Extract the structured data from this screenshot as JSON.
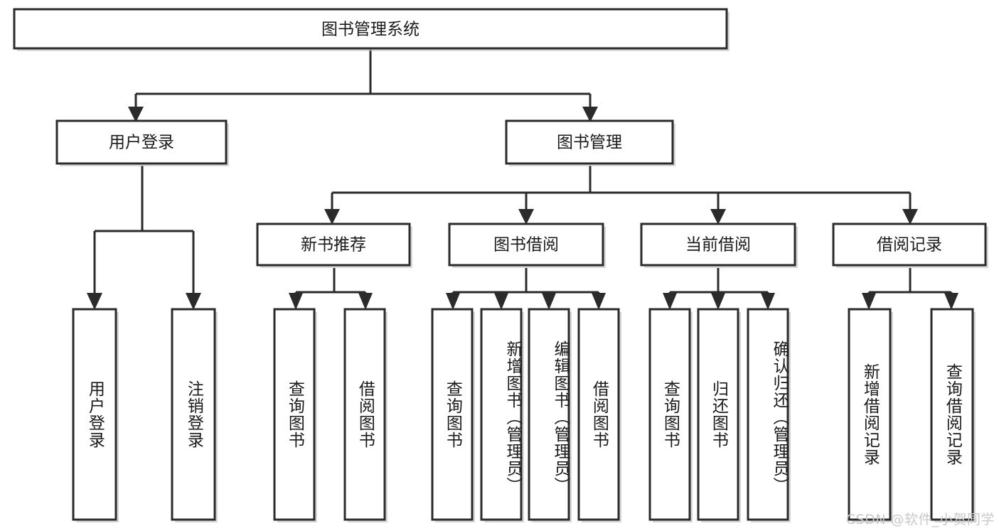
{
  "diagram": {
    "type": "tree",
    "title": "图书管理系统",
    "watermark": "CSDN @软件_小贺同学",
    "colors": {
      "stroke": "#2b2b2b",
      "fill": "#ffffff",
      "text": "#1a1a1a",
      "watermark": "#c9c9c9",
      "background": "#ffffff"
    },
    "root": {
      "id": "root",
      "label": "图书管理系统"
    },
    "level2": [
      {
        "id": "user-login",
        "label": "用户登录"
      },
      {
        "id": "book-management",
        "label": "图书管理"
      }
    ],
    "level3": [
      {
        "id": "new-book-recommend",
        "label": "新书推荐"
      },
      {
        "id": "book-borrow",
        "label": "图书借阅"
      },
      {
        "id": "current-borrow",
        "label": "当前借阅"
      },
      {
        "id": "borrow-record",
        "label": "借阅记录"
      }
    ],
    "leaves": {
      "user-login": [
        {
          "id": "leaf-user-login",
          "label": "用户登录"
        },
        {
          "id": "leaf-logout-login",
          "label": "注销登录"
        }
      ],
      "new-book-recommend": [
        {
          "id": "leaf-query-book-1",
          "label": "查询图书"
        },
        {
          "id": "leaf-borrow-book-1",
          "label": "借阅图书"
        }
      ],
      "book-borrow": [
        {
          "id": "leaf-query-book-2",
          "label": "查询图书"
        },
        {
          "id": "leaf-add-book",
          "label": "新增图书（管理员）"
        },
        {
          "id": "leaf-edit-book",
          "label": "编辑图书（管理员）"
        },
        {
          "id": "leaf-borrow-book-2",
          "label": "借阅图书"
        }
      ],
      "current-borrow": [
        {
          "id": "leaf-query-book-3",
          "label": "查询图书"
        },
        {
          "id": "leaf-return-book",
          "label": "归还图书"
        },
        {
          "id": "leaf-confirm-return",
          "label": "确认归还（管理员）"
        }
      ],
      "borrow-record": [
        {
          "id": "leaf-add-record",
          "label": "新增借阅记录"
        },
        {
          "id": "leaf-query-record",
          "label": "查询借阅记录"
        }
      ]
    }
  }
}
